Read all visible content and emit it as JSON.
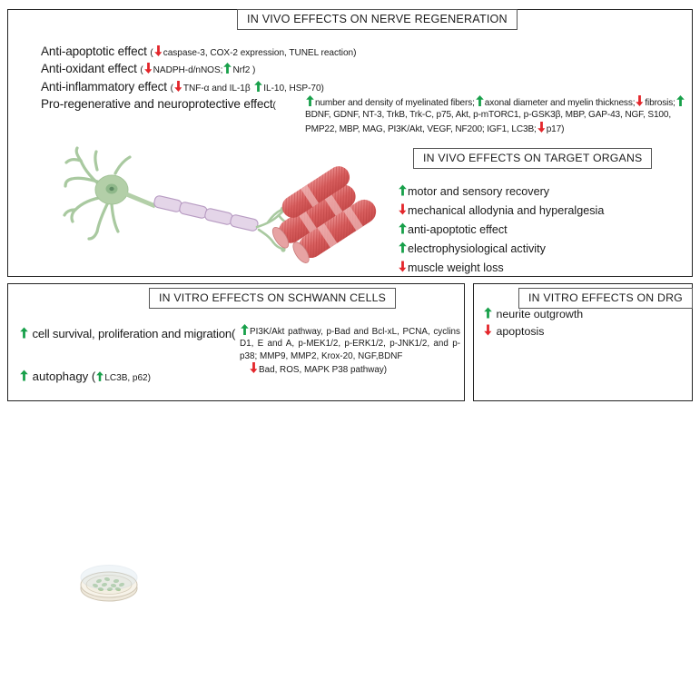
{
  "colors": {
    "up_arrow": "#18a04a",
    "down_arrow": "#e3262b",
    "border": "#222222",
    "text": "#1a1a1a"
  },
  "panels": {
    "in_vivo_nerve": {
      "title": "IN VIVO EFFECTS ON NERVE REGENERATION",
      "effects": [
        {
          "label": "Anti-apoptotic effect",
          "open": "(",
          "items": [
            {
              "arrow": "down",
              "text": "caspase-3, COX-2 expression, TUNEL reaction)"
            }
          ]
        },
        {
          "label": "Anti-oxidant effect",
          "open": "(",
          "items": [
            {
              "arrow": "down",
              "text": "NADPH-d/nNOS;"
            },
            {
              "arrow": "up",
              "text": "Nrf2 )"
            }
          ]
        },
        {
          "label": "Anti-inflammatory effect",
          "open": "(",
          "items": [
            {
              "arrow": "down",
              "text": "TNF-α and IL-1β"
            },
            {
              "arrow": "up",
              "text": "IL-10, HSP-70)"
            }
          ]
        }
      ],
      "pro_regenerative": {
        "label": "Pro-regenerative and neuroprotective effect",
        "open": "(",
        "segments": [
          {
            "arrow": "up",
            "text": "number and density of myelinated fibers;"
          },
          {
            "arrow": "up",
            "text": "axonal diameter and myelin thickness;"
          },
          {
            "arrow": "down",
            "text": "fibrosis;"
          },
          {
            "arrow": "up",
            "text": "BDNF, GDNF, NT-3, TrkB, Trk-C, p75, Akt, p-mTORC1, p-GSK3β, MBP, GAP-43, NGF, S100, PMP22, MBP, MAG, PI3K/Akt, VEGF, NF200; IGF1, LC3B;"
          },
          {
            "arrow": "down",
            "text": "p17)"
          }
        ]
      }
    },
    "in_vivo_target_organs": {
      "title": "IN VIVO EFFECTS ON TARGET ORGANS",
      "items": [
        {
          "arrow": "up",
          "text": "motor and sensory recovery"
        },
        {
          "arrow": "down",
          "text": "mechanical allodynia and hyperalgesia"
        },
        {
          "arrow": "up",
          "text": "anti-apoptotic effect"
        },
        {
          "arrow": "up",
          "text": "electrophysiological activity"
        },
        {
          "arrow": "down",
          "text": "muscle weight loss"
        }
      ]
    },
    "in_vitro_schwann": {
      "title": "IN VITRO EFFECTS ON SCHWANN CELLS",
      "main": {
        "arrow": "up",
        "text": "cell survival, proliferation and migration",
        "open": "("
      },
      "detail_segments": [
        {
          "arrow": "up",
          "text": "PI3K/Akt pathway, p-Bad and Bcl-xL, PCNA, cyclins D1, E and A, p-MEK1/2, p-ERK1/2, p-JNK1/2, and p-p38; MMP9, MMP2, Krox-20, NGF,BDNF"
        },
        {
          "arrow": "down",
          "text": "Bad, ROS, MAPK P38 pathway)"
        }
      ],
      "autophagy": {
        "arrow": "up",
        "text": "autophagy (",
        "inner_arrow": "up",
        "inner_text": "LC3B, p62)"
      }
    },
    "in_vitro_drg": {
      "title": "IN VITRO EFFECTS ON DRG",
      "items": [
        {
          "arrow": "up",
          "text": "neurite outgrowth"
        },
        {
          "arrow": "down",
          "text": "apoptosis"
        }
      ]
    }
  },
  "illustrations": {
    "neuron": "myelinated-neuron-illustration",
    "muscle": "skeletal-muscle-fibers-illustration",
    "petri_dish": "petri-dish-cell-culture-illustration",
    "drg": "dorsal-root-ganglion-neuron-spinal-cord-illustration"
  }
}
